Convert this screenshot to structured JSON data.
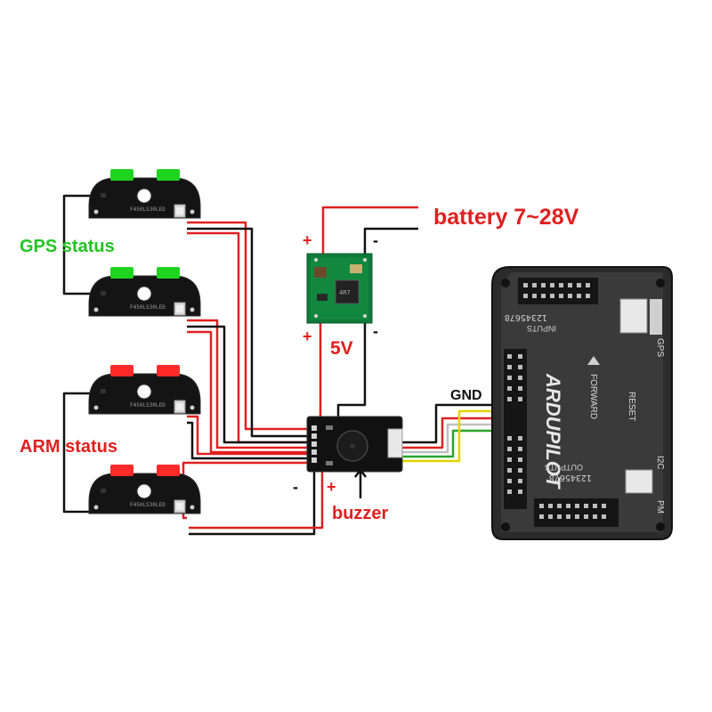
{
  "labels": {
    "battery": "battery 7~28V",
    "vout": "5V",
    "gps_status": "GPS status",
    "arm_status": "ARM status",
    "buzzer": "buzzer",
    "gnd": "GND",
    "plus": "+",
    "minus": "-"
  },
  "led_board": {
    "silk": "F450LS30LED"
  },
  "controller": {
    "brand": "ARDUPILOT",
    "inputs": "INPUTS",
    "outputs": "OUTPUTS",
    "input_numbers": "12345678",
    "output_numbers": "12345678",
    "forward": "FORWARD",
    "reset": "RESET",
    "gps": "GPS",
    "i2c": "I2C",
    "pm": "PM"
  },
  "colors": {
    "wire_red": "#e02020",
    "wire_black": "#111111",
    "wire_yellow": "#e8d200",
    "wire_green": "#2aa52a",
    "wire_white": "#bfbfbf",
    "gps_label": "#22c422",
    "arm_label": "#e01f1f",
    "led_green": "#1fd41f",
    "led_red": "#ff2a2a"
  }
}
